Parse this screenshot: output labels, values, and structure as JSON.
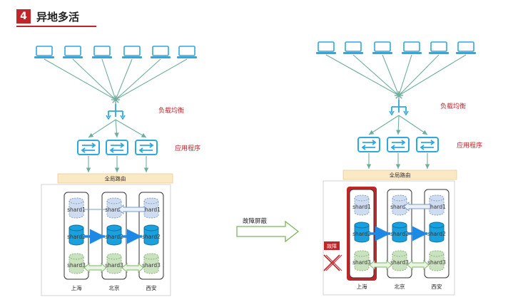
{
  "header": {
    "number": "4",
    "title": "异地多活"
  },
  "left": {
    "load_balancer_label": "负载均衡",
    "app_label": "应用程序",
    "router_label": "全局路由",
    "datacenters": [
      "上海",
      "北京",
      "西安"
    ],
    "shards": [
      "shard1",
      "shard2",
      "shard3"
    ]
  },
  "middle": {
    "arrow_label": "故障屏蔽"
  },
  "right": {
    "load_balancer_label": "负载均衡",
    "app_label": "应用程序",
    "router_label": "全局路由",
    "datacenters": [
      "上海",
      "北京",
      "西安"
    ],
    "shards": [
      "shard1",
      "shard2",
      "shard3"
    ],
    "fault_badge": "故障"
  },
  "colors": {
    "accent_red": "#c0252a",
    "client_blue": "#2ea8dd",
    "lb_green": "#6fae9d",
    "shard1": "#cfdcef",
    "shard2": "#1aa0dc",
    "shard3": "#cbe2c0",
    "router_bg": "#fbe8c4",
    "arrow_blue": "#1e88e5",
    "arrow_green": "#9ed29a"
  }
}
